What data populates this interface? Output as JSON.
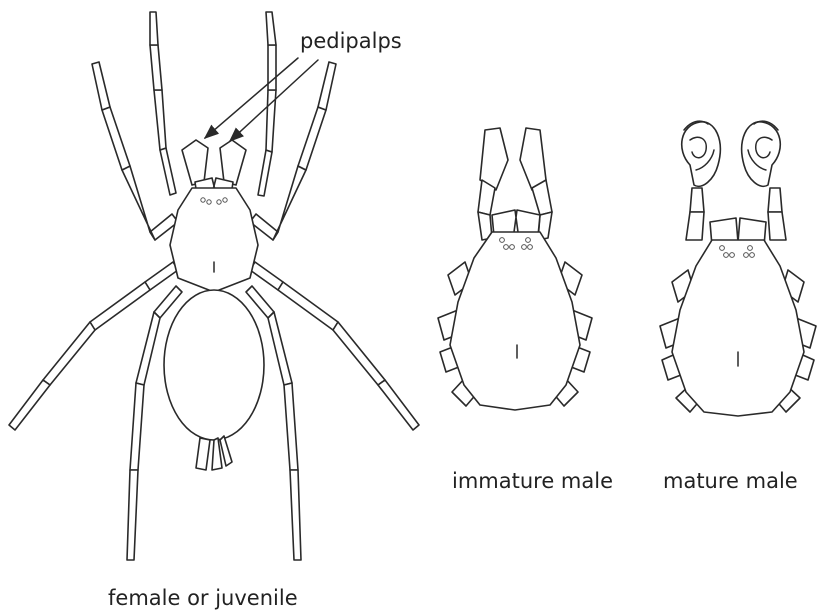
{
  "labels": {
    "pedipalps": "pedipalps",
    "female": "female or juvenile",
    "immature": "immature male",
    "mature": "mature male"
  }
}
